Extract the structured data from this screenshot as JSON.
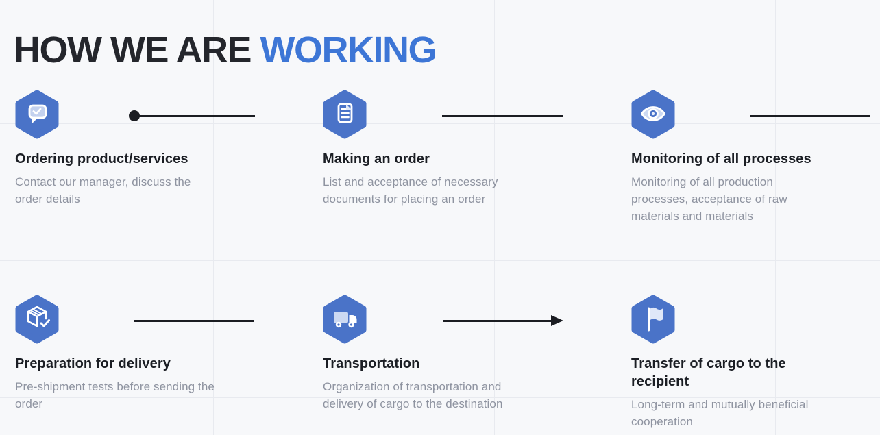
{
  "header": {
    "title_dark": "HOW WE ARE ",
    "title_accent": "WORKING"
  },
  "colors": {
    "background": "#f7f8fa",
    "grid_line": "#e8eaef",
    "accent_blue": "#3d76d6",
    "hexagon_blue": "#4a73c8",
    "icon_light_blue": "#ccd9f2",
    "title_dark": "#1b1e24",
    "description_gray": "#8e93a0",
    "connector_dark": "#1b1d22"
  },
  "steps": [
    {
      "icon": "chat-check-icon",
      "title": "Ordering product/services",
      "description": "Contact our manager, discuss the order details",
      "connector": "dot-line"
    },
    {
      "icon": "document-icon",
      "title": "Making an order",
      "description": "List and acceptance of necessary documents for placing an order",
      "connector": "line"
    },
    {
      "icon": "eye-icon",
      "title": "Monitoring of all processes",
      "description": "Monitoring of all production processes, acceptance of raw materials and materials",
      "connector": "line"
    },
    {
      "icon": "package-check-icon",
      "title": "Preparation for delivery",
      "description": "Pre-shipment tests before sending the order",
      "connector": "line"
    },
    {
      "icon": "truck-icon",
      "title": "Transportation",
      "description": "Organization of transportation and delivery of cargo to the destination",
      "connector": "arrow-line"
    },
    {
      "icon": "flag-icon",
      "title": "Transfer of cargo to the recipient",
      "description": "Long-term and mutually beneficial cooperation",
      "connector": "none"
    }
  ]
}
